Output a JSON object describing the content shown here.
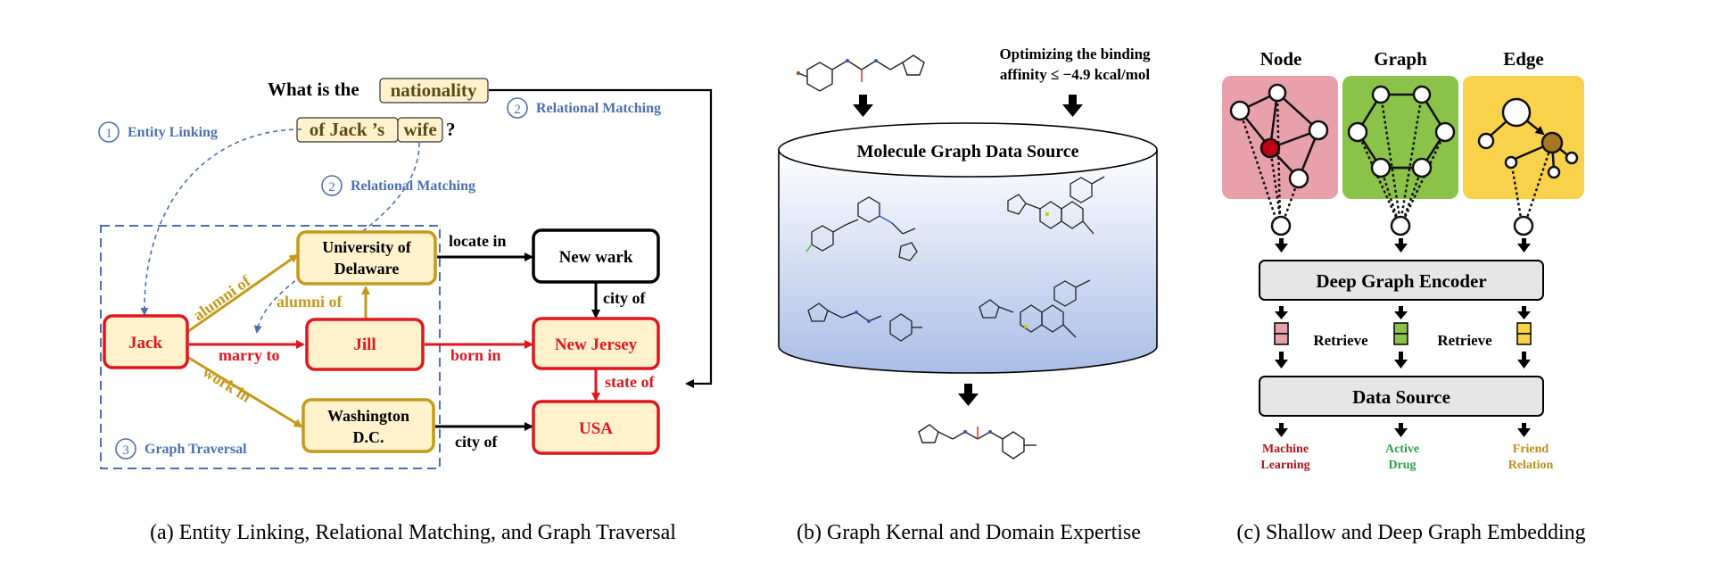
{
  "panel_a": {
    "question_line1_prefix": "What is the",
    "question_word1": "nationality",
    "question_word2": "of  Jack ’s",
    "question_word3": "wife",
    "question_mark": "?",
    "step1": "Entity Linking",
    "step2a": "Relational Matching",
    "step2b": "Relational Matching",
    "step3": "Graph Traversal",
    "step_numbers": [
      "1",
      "2",
      "2",
      "3"
    ],
    "nodes": {
      "jack": "Jack",
      "jill": "Jill",
      "univ_l1": "University of",
      "univ_l2": "Delaware",
      "newark": "New wark",
      "nj": "New Jersey",
      "wash_l1": "Washington",
      "wash_l2": "D.C.",
      "usa": "USA"
    },
    "edges": {
      "alumni1": "alumni of",
      "alumni2": "alumni of",
      "marry": "marry to",
      "work": "work in",
      "locate": "locate in",
      "cityof1": "city of",
      "born": "born in",
      "stateof": "state of",
      "cityof2": "city of"
    },
    "caption": "(a) Entity Linking, Relational Matching, and Graph Traversal"
  },
  "panel_b": {
    "title_l1": "Optimizing the binding",
    "title_l2": "affinity ≤ −4.9 kcal/mol",
    "db_label": "Molecule Graph Data Source",
    "caption": "(b) Graph Kernal and Domain Expertise"
  },
  "panel_c": {
    "head_node": "Node",
    "head_graph": "Graph",
    "head_edge": "Edge",
    "encoder": "Deep Graph Encoder",
    "retrieve1": "Retrieve",
    "retrieve2": "Retrieve",
    "datasource": "Data Source",
    "out1_l1": "Machine",
    "out1_l2": "Learning",
    "out2_l1": "Active",
    "out2_l2": "Drug",
    "out3_l1": "Friend",
    "out3_l2": "Relation",
    "caption": "(c) Shallow and Deep Graph Embedding"
  },
  "colors": {
    "gold": "#C49A1C",
    "red": "#E0161E",
    "blue": "#4C6FB0",
    "node_fill": "#FFF2CC",
    "pink_panel": "#E8A0AA",
    "green_panel": "#8BC34A",
    "yellow_panel": "#F7D24A"
  }
}
